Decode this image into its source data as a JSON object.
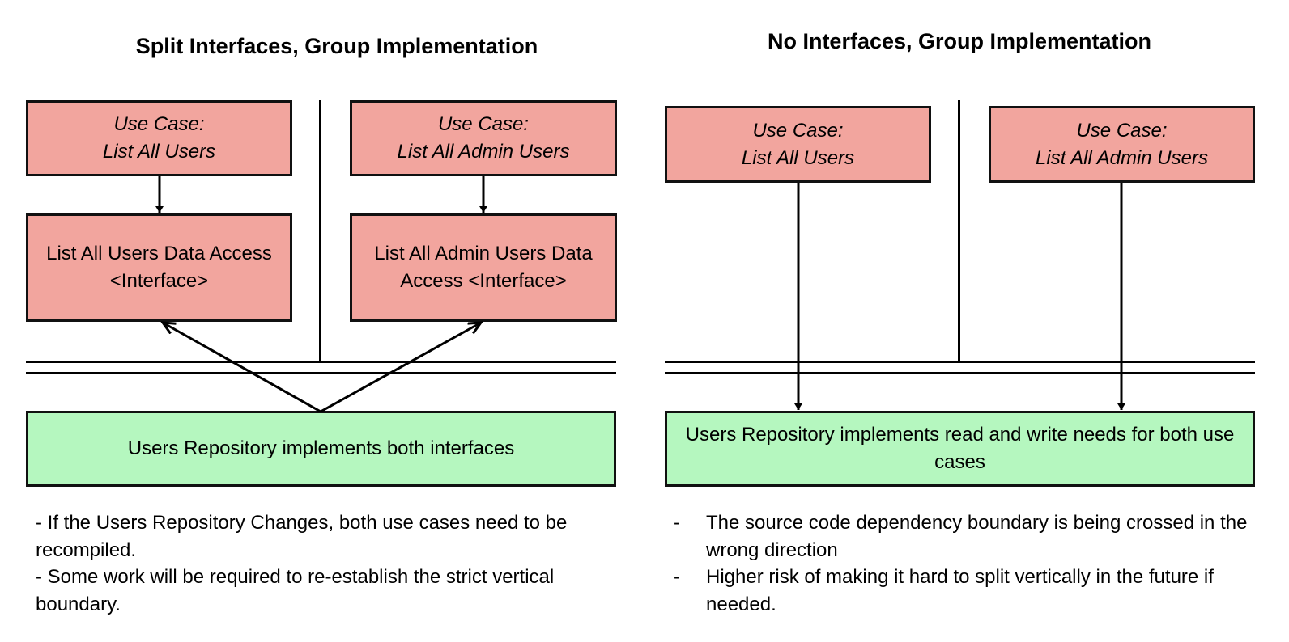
{
  "left": {
    "title": "Split Interfaces, Group Implementation",
    "usecase1": {
      "line1": "Use Case:",
      "line2": "List All Users"
    },
    "usecase2": {
      "line1": "Use Case:",
      "line2": "List All Admin Users"
    },
    "interface1": {
      "line1": "List All Users Data Access",
      "line2": "<Interface>"
    },
    "interface2": {
      "line1": "List All Admin Users Data",
      "line2": "Access <Interface>"
    },
    "repository": "Users Repository implements both interfaces",
    "notes": [
      "- If the Users Repository Changes, both use cases need to be recompiled.",
      "- Some work will be required to re-establish the strict vertical boundary."
    ]
  },
  "right": {
    "title": "No Interfaces, Group Implementation",
    "usecase1": {
      "line1": "Use Case:",
      "line2": "List All Users"
    },
    "usecase2": {
      "line1": "Use Case:",
      "line2": "List All Admin Users"
    },
    "repository": "Users Repository implements read and write needs for both use cases",
    "notes": [
      "The source code dependency boundary is being crossed in the wrong direction",
      "Higher risk of making it hard to split vertically in the future if needed."
    ],
    "note_marker": "-"
  },
  "colors": {
    "usecase_fill": "#f2a59e",
    "repository_fill": "#b5f7bf",
    "stroke": "#111111"
  }
}
